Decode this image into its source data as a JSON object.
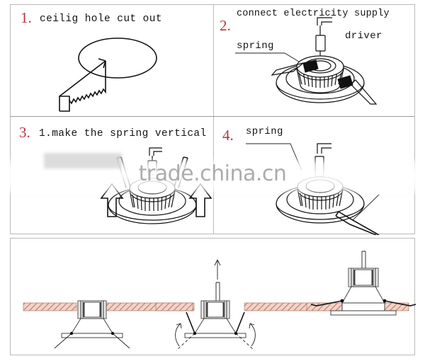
{
  "figure": {
    "title": "LED downlight ceiling installation instructions",
    "watermark": "trade.china.cn",
    "accent_color": "#b8323c",
    "ceiling_hatch_color": "#c9846f",
    "line_color": "#111111"
  },
  "steps": [
    {
      "number": "1.",
      "caption": "ceilig hole cut out",
      "labels": []
    },
    {
      "number": "2.",
      "caption": "connect electricity supply",
      "labels": [
        {
          "text": "spring"
        },
        {
          "text": "driver"
        }
      ]
    },
    {
      "number": "3.",
      "caption": "1.make the spring vertical",
      "labels": []
    },
    {
      "number": "4.",
      "caption": "",
      "labels": [
        {
          "text": "spring"
        }
      ]
    }
  ],
  "bottom_panel": {
    "views": [
      {
        "name": "fixture-below-ceiling"
      },
      {
        "name": "springs-rotating-up"
      },
      {
        "name": "fixture-installed-flush"
      }
    ]
  }
}
